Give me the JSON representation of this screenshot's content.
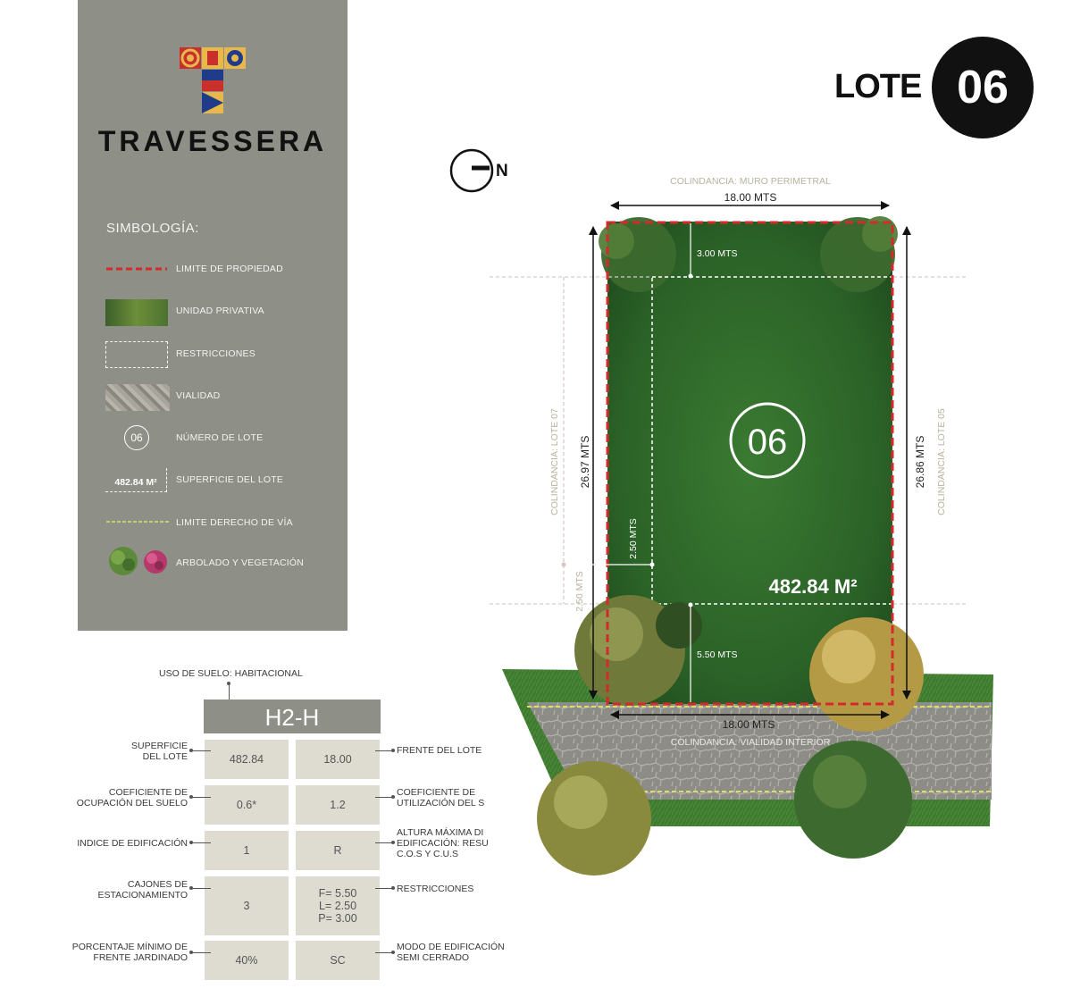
{
  "brand": {
    "name": "TRAVESSERA"
  },
  "header": {
    "lote_word": "LOTE",
    "lote_number": "06"
  },
  "legend": {
    "title": "SIMBOLOGÍA:",
    "items": [
      {
        "label": "LIMITE DE PROPIEDAD"
      },
      {
        "label": "UNIDAD PRIVATIVA"
      },
      {
        "label": "RESTRICCIONES"
      },
      {
        "label": "VIALIDAD"
      },
      {
        "label": "NÚMERO DE LOTE",
        "sample": "06"
      },
      {
        "label": "SUPERFICIE DEL LOTE",
        "sample": "482.84 M²"
      },
      {
        "label": "LIMITE DERECHO DE VÍA"
      },
      {
        "label": "ARBOLADO Y VEGETACIÓN"
      }
    ]
  },
  "plan": {
    "north": "N",
    "top_colindancia": "COLINDANCIA: MURO PERIMETRAL",
    "top_width": "18.00 MTS",
    "bottom_width": "18.00 MTS",
    "bottom_colindancia": "COLINDANCIA: VIALIDAD INTERIOR",
    "left_colindancia": "COLINDANCIA: LOTE 07",
    "right_colindancia": "COLINDANCIA: LOTE 05",
    "left_depth": "26.97 MTS",
    "right_depth": "26.86 MTS",
    "rear_setback": "3.00 MTS",
    "front_setback": "5.50 MTS",
    "side_setback": "2.50 MTS",
    "side_setback_outer": "2.50 MTS",
    "lot_number": "06",
    "area": "482.84 M²",
    "colors": {
      "property_line": "#d32b2b",
      "grass": "#2f6b2c",
      "road": "#8a8a86",
      "row_line": "#d9e06a"
    }
  },
  "table": {
    "use_label": "USO DE SUELO: HABITACIONAL",
    "zone": "H2-H",
    "rows": [
      {
        "left_label": [
          "SUPERFICIE",
          "DEL LOTE"
        ],
        "left_value": "482.84",
        "right_value": [
          "18.00"
        ],
        "right_label": [
          "FRENTE DEL LOTE"
        ]
      },
      {
        "left_label": [
          "COEFICIENTE DE",
          "OCUPACIÓN DEL SUELO"
        ],
        "left_value": "0.6*",
        "right_value": [
          "1.2"
        ],
        "right_label": [
          "COEFICIENTE DE",
          "UTILIZACIÓN DEL S"
        ]
      },
      {
        "left_label": [
          "INDICE DE EDIFICACIÓN"
        ],
        "left_value": "1",
        "right_value": [
          "R"
        ],
        "right_label": [
          "ALTURA MÁXIMA DI",
          "EDIFICACIÓN: RESU",
          "C.O.S Y C.U.S"
        ]
      },
      {
        "left_label": [
          "CAJONES DE",
          "ESTACIONAMIENTO"
        ],
        "left_value": "3",
        "right_value": [
          "F= 5.50",
          "L= 2.50",
          "P= 3.00"
        ],
        "right_label": [
          "RESTRICCIONES"
        ]
      },
      {
        "left_label": [
          "PORCENTAJE MÍNIMO DE",
          "FRENTE JARDINADO"
        ],
        "left_value": "40%",
        "right_value": [
          "SC"
        ],
        "right_label": [
          "MODO DE EDIFICACIÓN",
          "SEMI CERRADO"
        ]
      }
    ]
  }
}
